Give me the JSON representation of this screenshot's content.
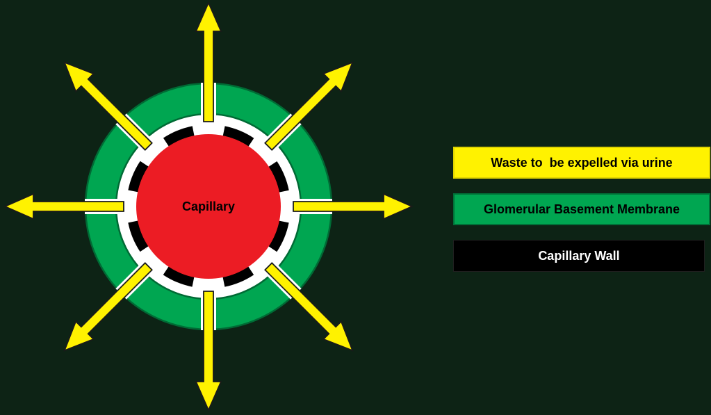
{
  "background": "#0d2315",
  "diagram": {
    "capillary_label": "Capillary",
    "arrow_count": 8,
    "colors": {
      "capillary_fill": "#EC1C24",
      "capillary_wall": "#000000",
      "basement_membrane_fill": "#00A651",
      "basement_membrane_edge": "#006B35",
      "waste_arrow_fill": "#FFF200",
      "waste_arrow_edge": "#1A1A1A",
      "filtration_channel": "#FFFFFF"
    }
  },
  "legend": {
    "items": [
      {
        "label": "Waste to  be expelled via urine",
        "bg": "#FFF200",
        "text_color": "#000000"
      },
      {
        "label": "Glomerular Basement Membrane",
        "bg": "#00A651",
        "text_color": "#000000"
      },
      {
        "label": "Capillary Wall",
        "bg": "#000000",
        "text_color": "#FFFFFF"
      }
    ]
  }
}
